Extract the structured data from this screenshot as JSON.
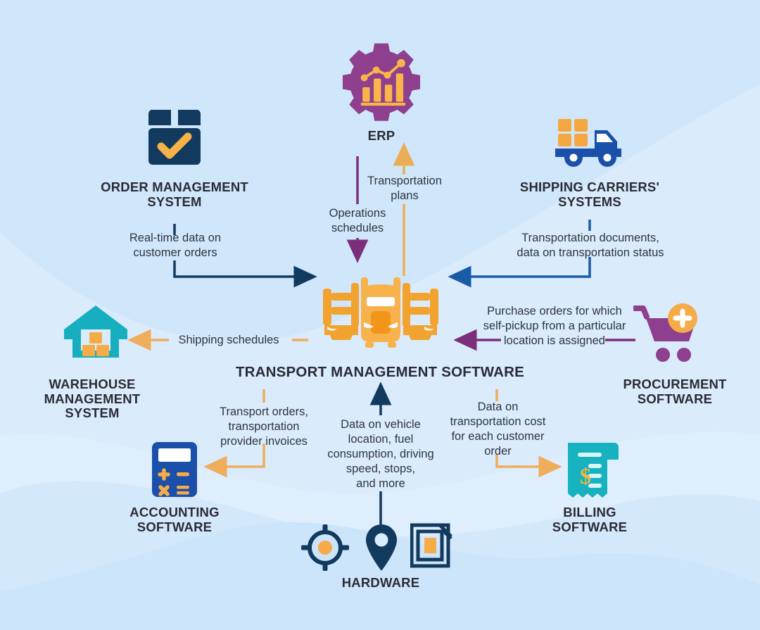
{
  "diagram": {
    "title_center": "TRANSPORT MANAGEMENT SOFTWARE",
    "background_color": "#cfe6fb",
    "wave_color": "#e0effc",
    "colors": {
      "orange": "#f5a33c",
      "orange_light": "#f9bd62",
      "navy": "#123a5e",
      "navy_dark": "#0d2e4d",
      "blue": "#1a5ba8",
      "purple": "#8e3f8e",
      "purple_dark": "#7b2f7b",
      "teal": "#17afc0",
      "teal_light": "#2cc1cd",
      "text": "#2b2b35"
    }
  },
  "nodes": {
    "erp": {
      "label": "ERP",
      "icon": "gear-analytics-icon"
    },
    "order_management": {
      "label": "ORDER MANAGEMENT\nSYSTEM",
      "icon": "box-check-icon"
    },
    "shipping_carriers": {
      "label": "SHIPPING CARRIERS'\nSYSTEMS",
      "icon": "delivery-truck-icon"
    },
    "tms": {
      "label": "TRANSPORT MANAGEMENT SOFTWARE",
      "icon": "semi-truck-front-icon"
    },
    "warehouse": {
      "label": "WAREHOUSE\nMANAGEMENT\nSYSTEM",
      "icon": "warehouse-icon"
    },
    "procurement": {
      "label": "PROCUREMENT\nSOFTWARE",
      "icon": "shopping-cart-plus-icon"
    },
    "accounting": {
      "label": "ACCOUNTING\nSOFTWARE",
      "icon": "calculator-icon"
    },
    "billing": {
      "label": "BILLING\nSOFTWARE",
      "icon": "invoice-dollar-icon"
    },
    "hardware": {
      "label": "HARDWARE",
      "icons": [
        "gps-target-icon",
        "location-pin-icon",
        "rfid-sensor-icon"
      ]
    }
  },
  "edges": {
    "operations_schedules": {
      "label": "Operations\nschedules",
      "from": "erp",
      "to": "tms",
      "color": "#7b2f7b",
      "direction": "down"
    },
    "transportation_plans": {
      "label": "Transportation\nplans",
      "from": "tms",
      "to": "erp",
      "color": "#eaae58",
      "direction": "up"
    },
    "real_time_orders": {
      "label": "Real-time data on\ncustomer orders",
      "from": "order_management",
      "to": "tms",
      "color": "#123a5e",
      "direction": "right"
    },
    "transportation_documents": {
      "label": "Transportation documents,\ndata on transportation status",
      "from": "shipping_carriers",
      "to": "tms",
      "color": "#1a5ba8",
      "direction": "left"
    },
    "shipping_schedules": {
      "label": "Shipping schedules",
      "from": "tms",
      "to": "warehouse",
      "color": "#f0ad5c",
      "direction": "left"
    },
    "purchase_orders": {
      "label": "Purchase orders for which\nself-pickup from a particular\nlocation is assigned",
      "from": "procurement",
      "to": "tms",
      "color": "#7b2f7b",
      "direction": "left"
    },
    "transport_orders": {
      "label": "Transport orders,\ntransportation\nprovider invoices",
      "from": "tms",
      "to": "accounting",
      "color": "#f0ad5c",
      "direction": "left"
    },
    "transportation_cost": {
      "label": "Data on\ntransportation cost\nfor each customer\norder",
      "from": "tms",
      "to": "billing",
      "color": "#f0ad5c",
      "direction": "right"
    },
    "vehicle_data": {
      "label": "Data on vehicle\nlocation, fuel\nconsumption, driving\nspeed, stops,\nand more",
      "from": "hardware",
      "to": "tms",
      "color": "#123a5e",
      "direction": "up"
    }
  }
}
